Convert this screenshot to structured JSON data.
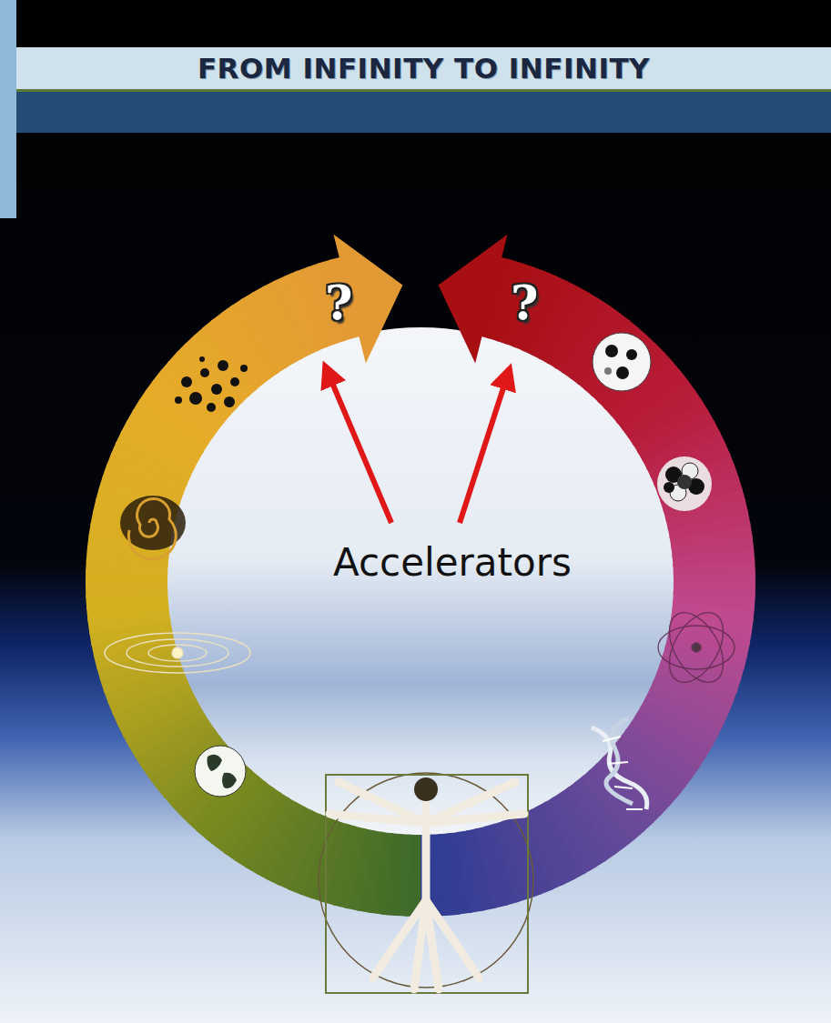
{
  "diagram": {
    "title": "FROM INFINITY TO INFINITY",
    "labels": [
      "?",
      "?",
      "Accelerators"
    ]
  }
}
